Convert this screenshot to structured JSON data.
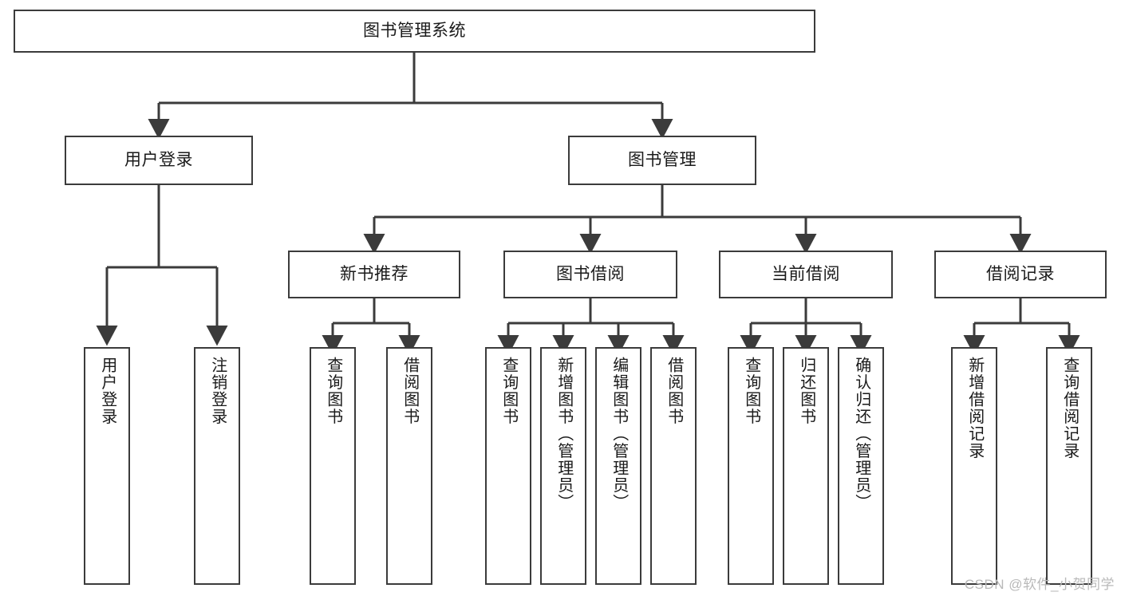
{
  "diagram": {
    "title": "图书管理系统",
    "type": "tree-hierarchy",
    "root": {
      "id": "root",
      "label": "图书管理系统"
    },
    "level2": [
      {
        "id": "user-login",
        "label": "用户登录"
      },
      {
        "id": "book-manage",
        "label": "图书管理"
      }
    ],
    "level3": [
      {
        "id": "new-book-rec",
        "label": "新书推荐",
        "parent": "book-manage"
      },
      {
        "id": "book-borrow",
        "label": "图书借阅",
        "parent": "book-manage"
      },
      {
        "id": "current-borrow",
        "label": "当前借阅",
        "parent": "book-manage"
      },
      {
        "id": "borrow-record",
        "label": "借阅记录",
        "parent": "book-manage"
      }
    ],
    "leaves": [
      {
        "id": "leaf-user-login",
        "label": "用户登录",
        "parent": "user-login"
      },
      {
        "id": "leaf-logout-login",
        "label": "注销登录",
        "parent": "user-login"
      },
      {
        "id": "leaf-query-book-1",
        "label": "查询图书",
        "parent": "new-book-rec"
      },
      {
        "id": "leaf-borrow-book-1",
        "label": "借阅图书",
        "parent": "new-book-rec"
      },
      {
        "id": "leaf-query-book-2",
        "label": "查询图书",
        "parent": "book-borrow"
      },
      {
        "id": "leaf-add-book",
        "label": "新增图书（管理员）",
        "parent": "book-borrow"
      },
      {
        "id": "leaf-edit-book",
        "label": "编辑图书（管理员）",
        "parent": "book-borrow"
      },
      {
        "id": "leaf-borrow-book-2",
        "label": "借阅图书",
        "parent": "book-borrow"
      },
      {
        "id": "leaf-query-book-3",
        "label": "查询图书",
        "parent": "current-borrow"
      },
      {
        "id": "leaf-return-book",
        "label": "归还图书",
        "parent": "current-borrow"
      },
      {
        "id": "leaf-confirm-return",
        "label": "确认归还（管理员）",
        "parent": "current-borrow"
      },
      {
        "id": "leaf-add-record",
        "label": "新增借阅记录",
        "parent": "borrow-record"
      },
      {
        "id": "leaf-query-record",
        "label": "查询借阅记录",
        "parent": "borrow-record"
      }
    ],
    "watermark": "CSDN @软件_小贺同学",
    "colors": {
      "border": "#3b3b3b",
      "background": "#ffffff",
      "text": "#1a1a1a",
      "connector": "#3b3b3b",
      "watermark": "#b9b9b9"
    }
  }
}
